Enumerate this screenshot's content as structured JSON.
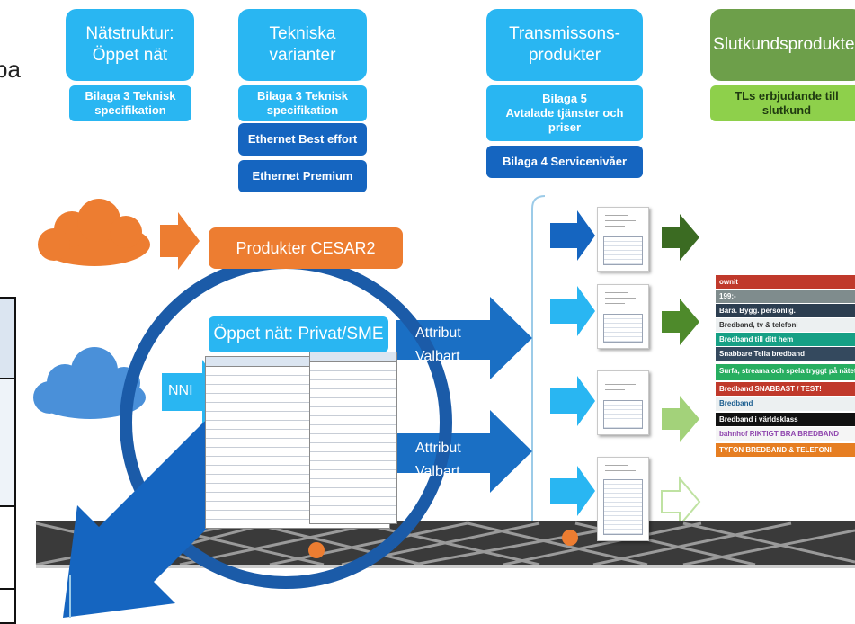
{
  "columns": {
    "natstruktur": {
      "title": "Nätstruktur:\nÖppet nät",
      "sub": "Bilaga 3 Teknisk\nspecifikation"
    },
    "tekniska": {
      "title": "Tekniska\nvarianter",
      "sub": "Bilaga 3 Teknisk\nspecifikation",
      "items": [
        "Ethernet Best effort",
        "Ethernet Premium"
      ]
    },
    "transmission": {
      "title": "Transmissons-\nprodukter",
      "sub": "Bilaga 5\nAvtalade tjänster och\npriser",
      "item": "Bilaga 4 Servicenivåer"
    },
    "slutkund": {
      "title": "Slutkundsprodukter",
      "sub": "TLs erbjudande till\nslutkund"
    }
  },
  "flow": {
    "cesar_label": "Produkter CESAR2",
    "open_net_label": "Öppet nät: Privat/SME",
    "nni_label": "NNI",
    "attribute_top": [
      "Attribut",
      "Valbart"
    ],
    "attribute_bottom": [
      "Attribut",
      "Valbart"
    ],
    "left_edge_fragment": "pa"
  },
  "banners": [
    {
      "text": "ownit",
      "color": "#c0392b"
    },
    {
      "text": "199:-",
      "color": "#7f8c8d"
    },
    {
      "text": "Bara. Bygg. personlig.",
      "color": "#2c3e50"
    },
    {
      "text": "Bredband, tv & telefoni",
      "color": "#ecf0f1"
    },
    {
      "text": "Bredband till ditt hem",
      "color": "#16a085"
    },
    {
      "text": "Snabbare Telia bredband",
      "color": "#34495e"
    },
    {
      "text": "Surfa, streama och spela tryggt på nätet",
      "color": "#27ae60"
    },
    {
      "text": "Bredband SNABBAST / TEST!",
      "color": "#c0392b"
    },
    {
      "text": "Bredband",
      "color": "#ecf0f1"
    },
    {
      "text": "Bredband i världsklass",
      "color": "#111111"
    },
    {
      "text": "bahnhof RIKTIGT BRA BREDBAND",
      "color": "#f5f5f5"
    },
    {
      "text": "TYFON BREDBAND & TELEFONI",
      "color": "#e67e22"
    }
  ],
  "colors": {
    "light_blue": "#29b6f2",
    "dark_blue": "#1565c0",
    "orange": "#ed7d31",
    "green_header": "#6d9f4a",
    "green_sub": "#8ed04b",
    "flow_blue": "#1a6fc4",
    "circle": "#1b5ba8"
  }
}
